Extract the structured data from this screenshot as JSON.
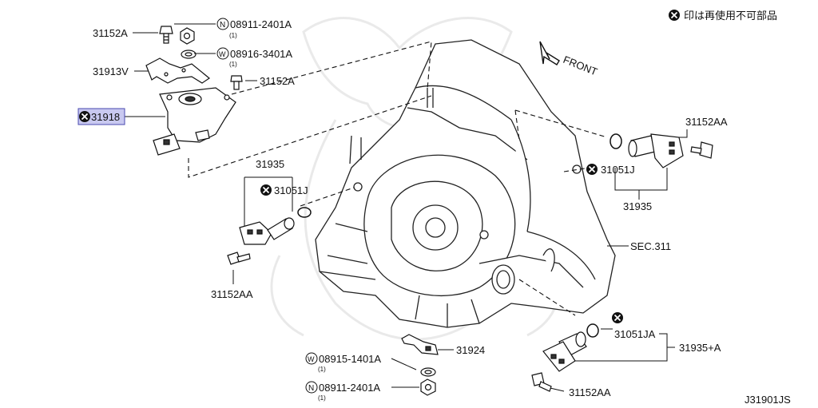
{
  "notice": {
    "mark_icon": "circle-x-icon",
    "text": "印は再使用不可部品"
  },
  "front_label": "FRONT",
  "sec_label": "SEC.311",
  "diagram_code": "J31901JS",
  "callouts": {
    "bolt_31152a_top": "31152A",
    "nut_n08911_top": "08911-2401A",
    "nut_n08911_top_qty": "(1)",
    "washer_w08916": "08916-3401A",
    "washer_w08916_qty": "(1)",
    "bracket_31913v": "31913V",
    "bolt_31152a_mid": "31152A",
    "switch_31918": "31918",
    "group_31935_left": "31935",
    "oring_31051j_left": "31051J",
    "bolt_31152aa_left": "31152AA",
    "bolt_31152aa_right": "31152AA",
    "oring_31051j_right": "31051J",
    "group_31935_right": "31935",
    "oring_31051ja": "31051JA",
    "group_31935a": "31935+A",
    "bolt_31152aa_bottom": "31152AA",
    "bracket_31924": "31924",
    "washer_w08915": "08915-1401A",
    "washer_w08915_qty": "(1)",
    "nut_n08911_bottom": "08911-2401A",
    "nut_n08911_bottom_qty": "(1)",
    "prefix_n": "N",
    "prefix_w": "W"
  }
}
